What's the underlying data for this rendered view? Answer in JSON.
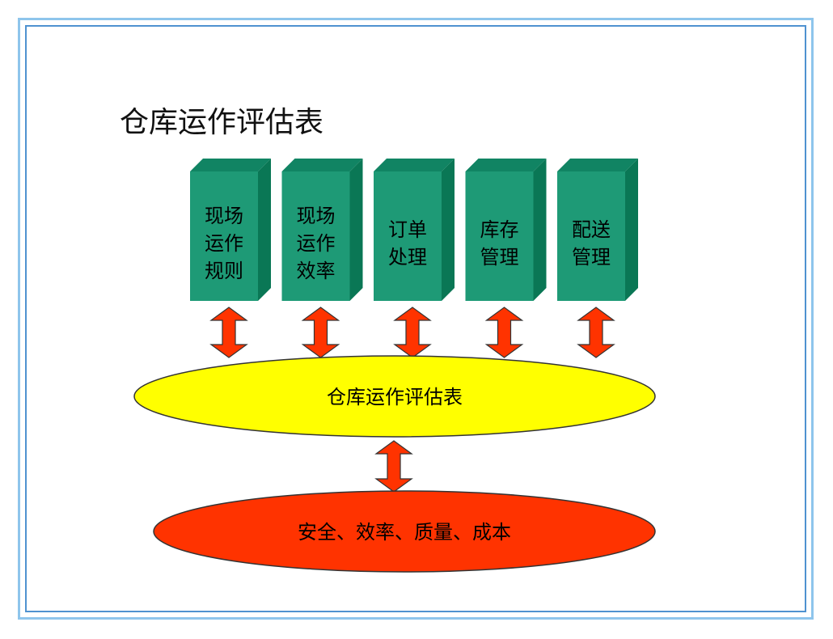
{
  "title": "仓库运作评估表",
  "modules": [
    {
      "lines": [
        "现场",
        "运作",
        "规则"
      ]
    },
    {
      "lines": [
        "现场",
        "运作",
        "效率"
      ]
    },
    {
      "lines": [
        "订单",
        "处理"
      ]
    },
    {
      "lines": [
        "库存",
        "管理"
      ]
    },
    {
      "lines": [
        "配送",
        "管理"
      ]
    }
  ],
  "center_label": "仓库运作评估表",
  "goal_label": "安全、效率、质量、成本",
  "colors": {
    "box_front": "#1e9a76",
    "box_top": "#118463",
    "box_side": "#0a7755",
    "arrow": "#ff3300",
    "center_ellipse": "#ffff00",
    "goal_ellipse": "#ff3300",
    "frame_outer": "#8ec5ec",
    "frame_inner": "#4f92d0"
  }
}
